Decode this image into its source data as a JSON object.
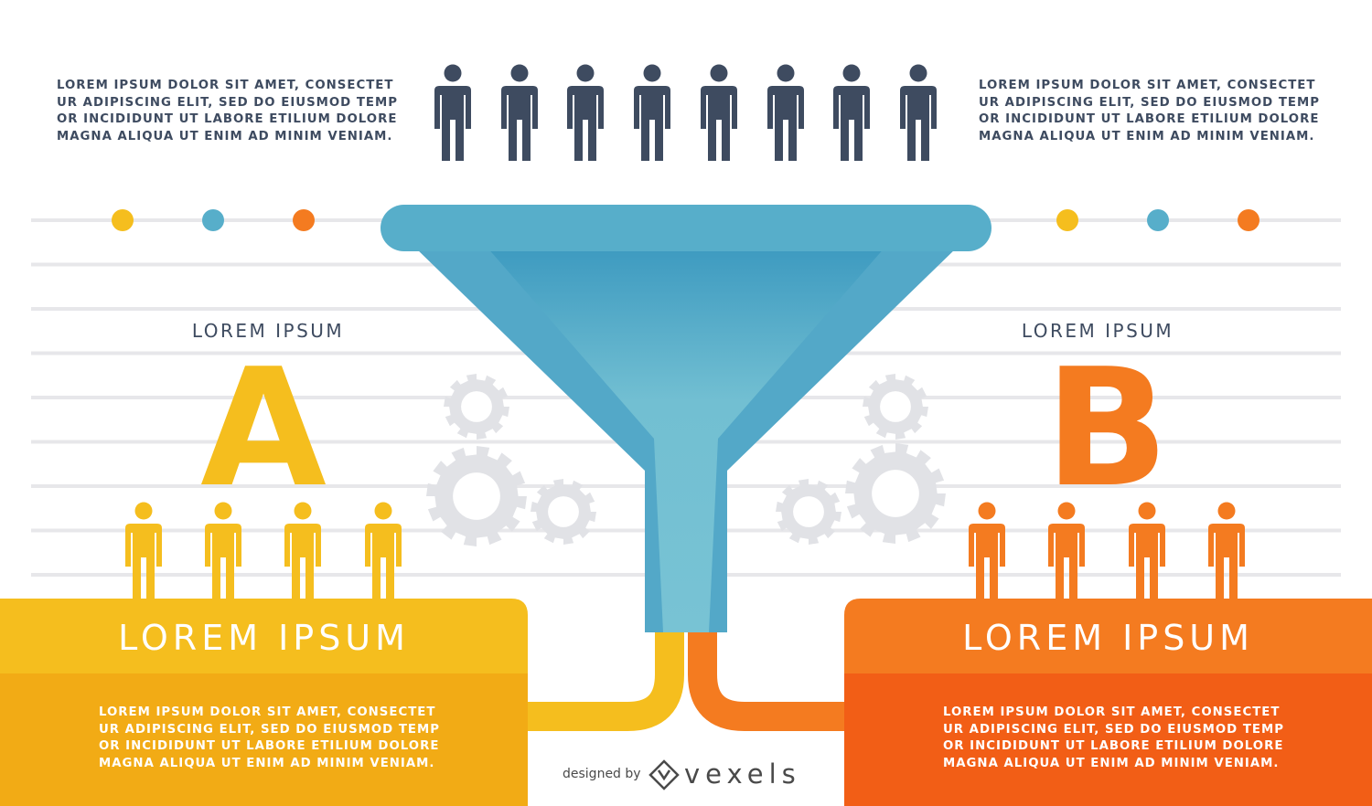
{
  "text_top_left": "LOREM IPSUM DOLOR SIT AMET, CONSECTET UR ADIPISCING ELIT, SED DO EIUSMOD TEMP OR INCIDIDUNT UT LABORE ETILIUM DOLORE MAGNA ALIQUA UT ENIM AD MINIM VENIAM.",
  "text_top_right": "LOREM IPSUM DOLOR SIT AMET, CONSECTET UR ADIPISCING ELIT, SED DO EIUSMOD TEMP OR INCIDIDUNT UT LABORE ETILIUM DOLORE MAGNA ALIQUA UT ENIM AD MINIM VENIAM.",
  "top_people_count": 8,
  "section_a": {
    "heading": "LOREM IPSUM",
    "letter": "A",
    "box_title": "LOREM IPSUM",
    "box_text": "LOREM IPSUM DOLOR SIT AMET, CONSECTET UR ADIPISCING ELIT, SED DO EIUSMOD TEMP OR INCIDIDUNT UT LABORE ETILIUM DOLORE MAGNA ALIQUA UT ENIM AD MINIM VENIAM.",
    "people_count": 4
  },
  "section_b": {
    "heading": "LOREM IPSUM",
    "letter": "B",
    "box_title": "LOREM IPSUM",
    "box_text": "LOREM IPSUM DOLOR SIT AMET, CONSECTET UR ADIPISCING ELIT, SED DO EIUSMOD TEMP OR INCIDIDUNT UT LABORE ETILIUM DOLORE MAGNA ALIQUA UT ENIM AD MINIM VENIAM.",
    "people_count": 4
  },
  "credit": {
    "designed_by": "designed by",
    "brand": "vexels"
  },
  "icons": {
    "person": "person-icon",
    "gear": "gear-icon",
    "funnel": "funnel-icon",
    "logo": "vexels-logo-icon"
  },
  "colors": {
    "dark": "#3e4b60",
    "yellow": "#f5be1e",
    "yellow_dark": "#f2a914",
    "orange": "#f47b20",
    "orange_dark": "#f25c16",
    "blue": "#57aeca",
    "gear": "#e1e2e6",
    "line": "#e7e7ea"
  }
}
